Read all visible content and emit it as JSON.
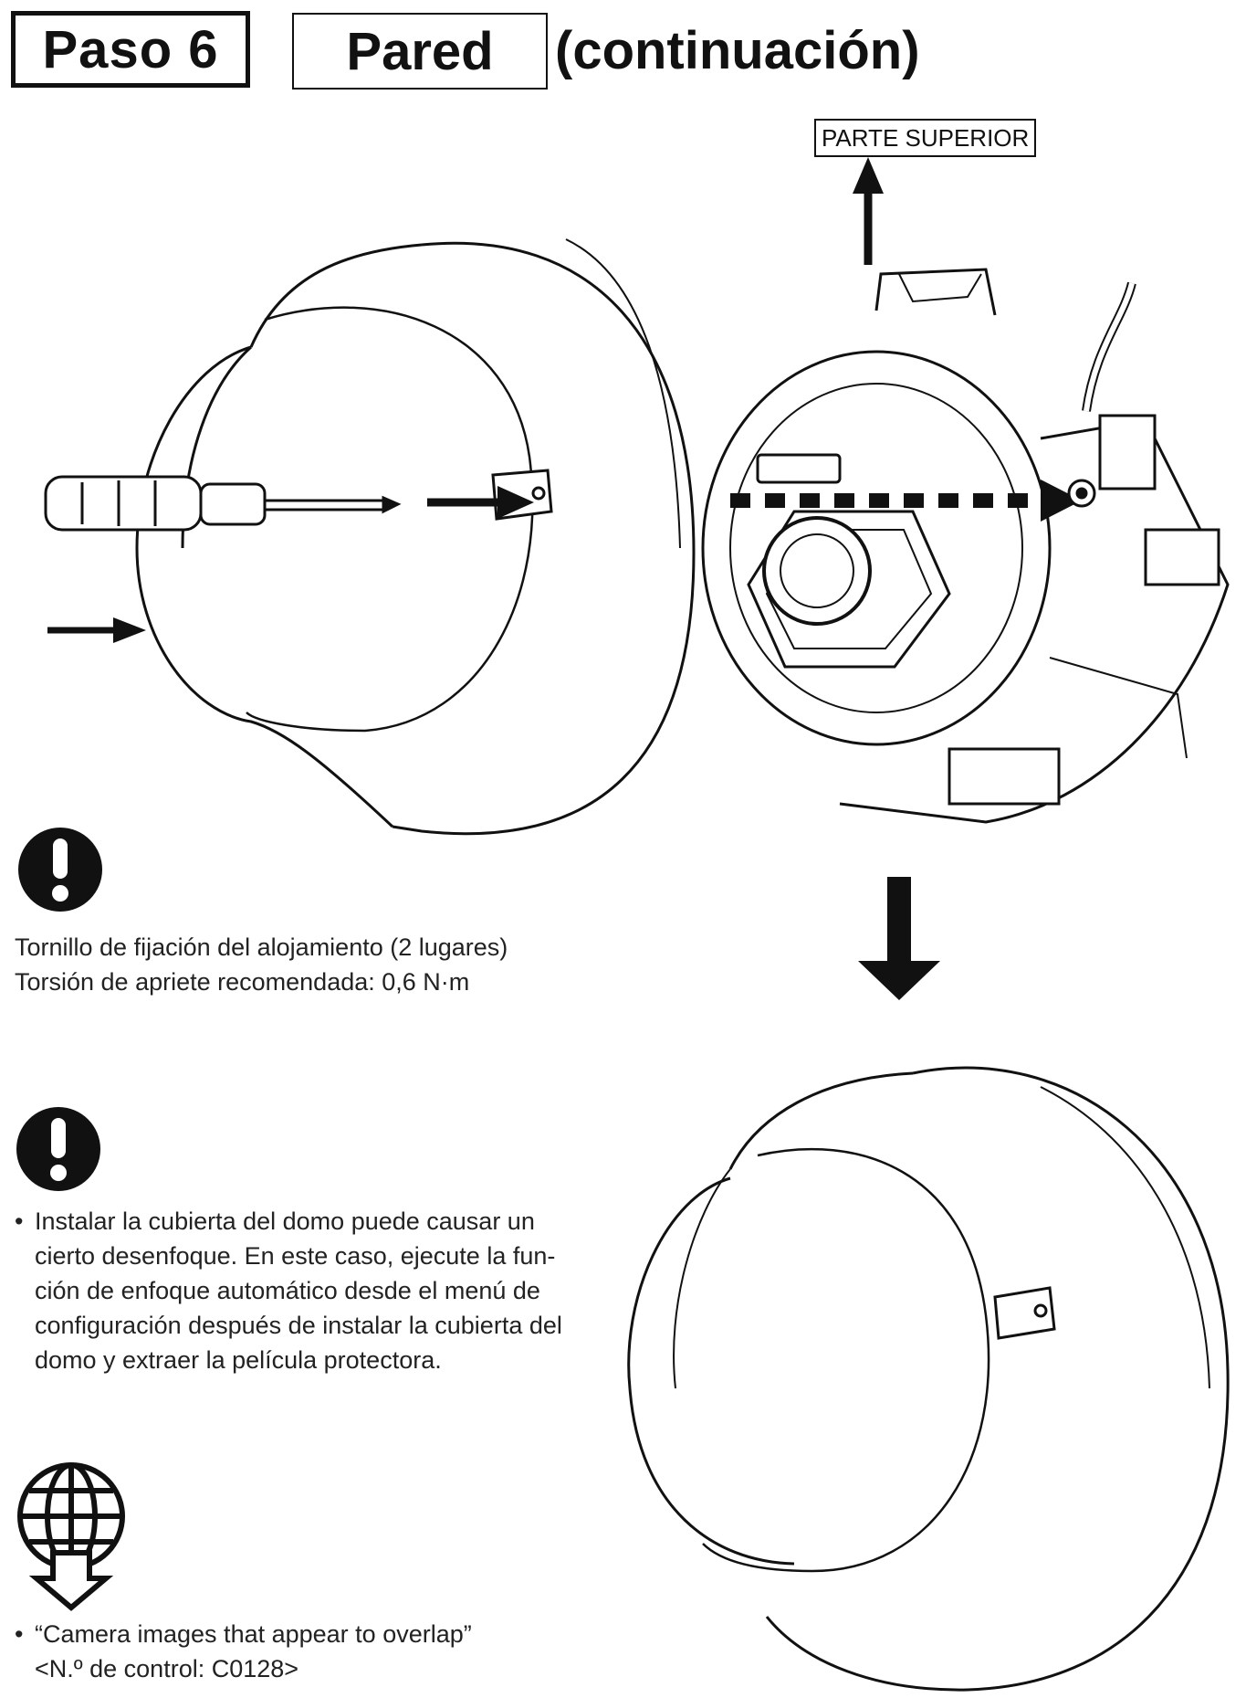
{
  "header": {
    "step": "Paso 6",
    "location": "Pared",
    "continuation": "(continuación)"
  },
  "illustration": {
    "top_label": "PARTE SUPERIOR"
  },
  "notes": [
    {
      "icon": "exclamation-icon",
      "lines": [
        "Tornillo de fijación del alojamiento (2 lugares)",
        "Torsión de apriete recomendada: 0,6 N·m"
      ]
    },
    {
      "icon": "exclamation-icon",
      "lines": [
        "Instalar la cubierta del domo puede causar un",
        "cierto desenfoque. En este caso, ejecute la fun-",
        "ción de enfoque automático desde el menú de",
        "configuración después de instalar la cubierta del",
        "domo y extraer la película protectora."
      ]
    },
    {
      "icon": "globe-download-icon",
      "lines": [
        "“Camera images that appear to overlap”",
        "<N.º de control: C0128>"
      ]
    }
  ]
}
